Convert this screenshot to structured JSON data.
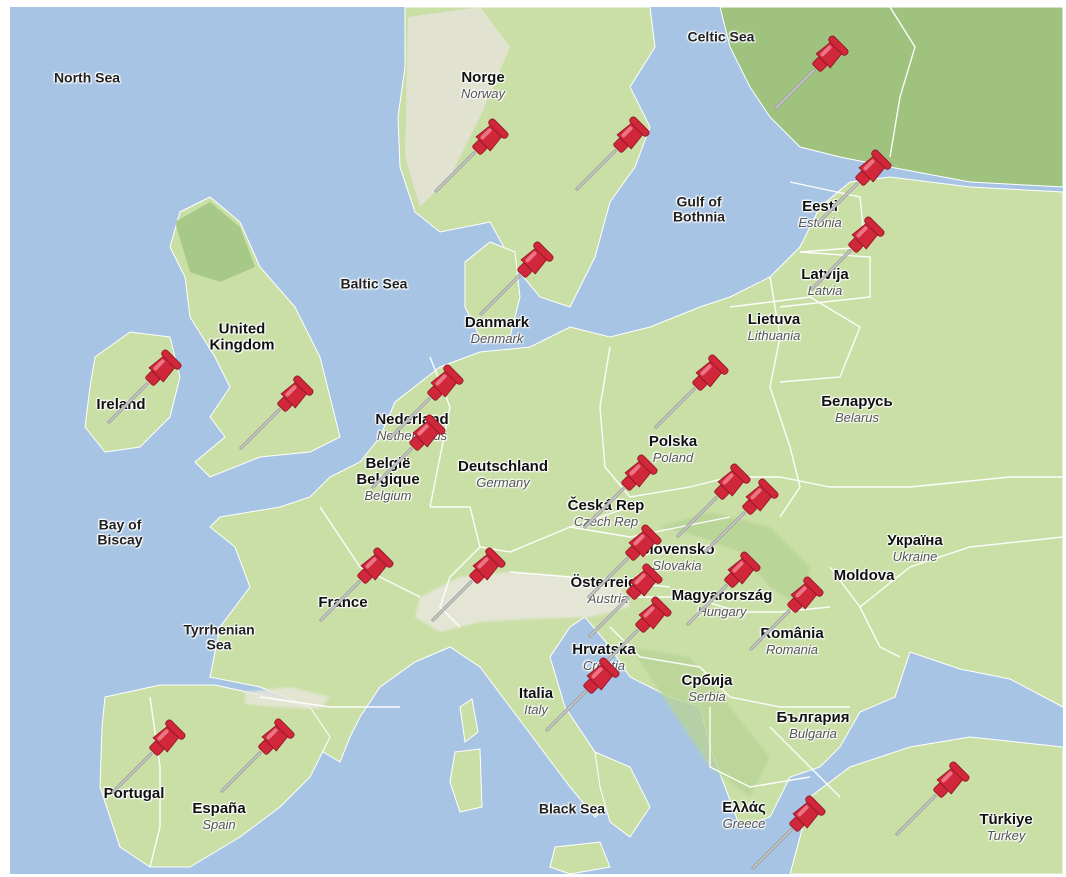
{
  "colors": {
    "water": "#a7c4e4",
    "land_lowland": "#c9dfa6",
    "land_forest": "#9fc37f",
    "land_mountain": "#e5e3d7",
    "border": "#ffffff",
    "pin_head": "#d0273b",
    "pin_needle": "#c8c8c8"
  },
  "water_labels": [
    {
      "name": "North Sea"
    },
    {
      "name": "Baltic Sea"
    },
    {
      "name": "Gulf of\nBothnia"
    },
    {
      "name": "Celtic Sea"
    },
    {
      "name": "Bay of\nBiscay"
    },
    {
      "name": "Tyrrhenian\nSea"
    },
    {
      "name": "Black Sea"
    }
  ],
  "country_labels": [
    {
      "name": "Norge",
      "english": "Norway"
    },
    {
      "name": "United\nKingdom",
      "english": ""
    },
    {
      "name": "Ireland",
      "english": ""
    },
    {
      "name": "Danmark",
      "english": "Denmark"
    },
    {
      "name": "Eesti",
      "english": "Estonia"
    },
    {
      "name": "Latvija",
      "english": "Latvia"
    },
    {
      "name": "Lietuva",
      "english": "Lithuania"
    },
    {
      "name": "Беларусь",
      "english": "Belarus"
    },
    {
      "name": "Polska",
      "english": "Poland"
    },
    {
      "name": "Nederland",
      "english": "Netherlands"
    },
    {
      "name": "België\nBelgique",
      "english": "Belgium"
    },
    {
      "name": "Deutschland",
      "english": "Germany"
    },
    {
      "name": "Česká Rep",
      "english": "Czech Rep"
    },
    {
      "name": "Slovensko",
      "english": "Slovakia"
    },
    {
      "name": "Україна",
      "english": "Ukraine"
    },
    {
      "name": "Moldova",
      "english": ""
    },
    {
      "name": "Österreich",
      "english": "Austria"
    },
    {
      "name": "Magyarország",
      "english": "Hungary"
    },
    {
      "name": "France",
      "english": ""
    },
    {
      "name": "România",
      "english": "Romania"
    },
    {
      "name": "Hrvatska",
      "english": "Croatia"
    },
    {
      "name": "Србија",
      "english": "Serbia"
    },
    {
      "name": "Italia",
      "english": "Italy"
    },
    {
      "name": "България",
      "english": "Bulgaria"
    },
    {
      "name": "Portugal",
      "english": ""
    },
    {
      "name": "España",
      "english": "Spain"
    },
    {
      "name": "Ελλάς",
      "english": "Greece"
    },
    {
      "name": "Türkiye",
      "english": "Turkey"
    }
  ],
  "pin_icon": "pushpin-icon",
  "pins": [
    {
      "location": "Norway"
    },
    {
      "location": "Sweden"
    },
    {
      "location": "Finland"
    },
    {
      "location": "Estonia"
    },
    {
      "location": "Latvia"
    },
    {
      "location": "Denmark"
    },
    {
      "location": "Ireland"
    },
    {
      "location": "United Kingdom"
    },
    {
      "location": "Netherlands"
    },
    {
      "location": "Belgium"
    },
    {
      "location": "Poland"
    },
    {
      "location": "Czech Republic"
    },
    {
      "location": "Slovakia"
    },
    {
      "location": "Austria"
    },
    {
      "location": "Hungary"
    },
    {
      "location": "Slovenia"
    },
    {
      "location": "Croatia"
    },
    {
      "location": "Italy"
    },
    {
      "location": "Switzerland"
    },
    {
      "location": "France"
    },
    {
      "location": "Romania"
    },
    {
      "location": "Portugal"
    },
    {
      "location": "Spain"
    },
    {
      "location": "Greece"
    },
    {
      "location": "Turkey"
    },
    {
      "location": "Ukraine"
    }
  ]
}
